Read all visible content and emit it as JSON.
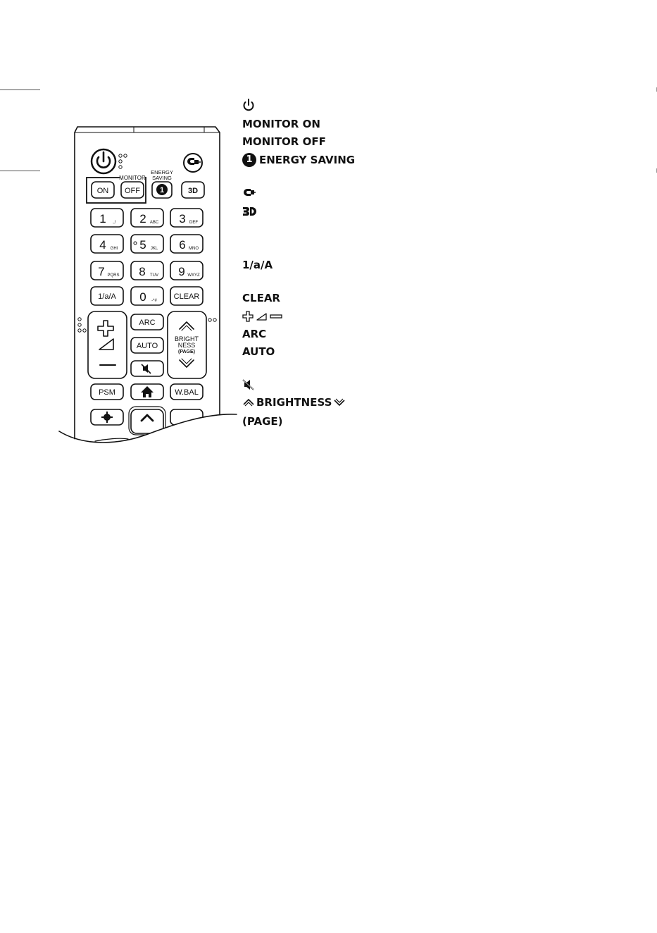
{
  "remote": {
    "monitor_group_label": "MONITOR",
    "energy_saving_label_line1": "ENERGY",
    "energy_saving_label_line2": "SAVING",
    "energy_saving_badge": "1",
    "on_button": "ON",
    "off_button": "OFF",
    "threed_button": "3D",
    "keys": [
      {
        "digit": "1",
        "letters": ".,!"
      },
      {
        "digit": "2",
        "letters": "ABC"
      },
      {
        "digit": "3",
        "letters": "DEF"
      },
      {
        "digit": "4",
        "letters": "GHI"
      },
      {
        "digit": "5",
        "letters": "JKL"
      },
      {
        "digit": "6",
        "letters": "MNO"
      },
      {
        "digit": "7",
        "letters": "PQRS"
      },
      {
        "digit": "8",
        "letters": "TUV"
      },
      {
        "digit": "9",
        "letters": "WXYZ"
      }
    ],
    "mode_button": "1/a/A",
    "zero_key": {
      "digit": "0",
      "letters": "-*#"
    },
    "clear_button": "CLEAR",
    "arc_button": "ARC",
    "auto_button": "AUTO",
    "brightness_label_line1": "BRIGHT",
    "brightness_label_line2": "NESS",
    "brightness_label_line3": "(PAGE)",
    "psm_button": "PSM",
    "wbal_button": "W.BAL"
  },
  "legend": {
    "monitor_on": "MONITOR ON",
    "monitor_off": "MONITOR OFF",
    "energy_saving_badge": "1",
    "energy_saving": "ENERGY SAVING",
    "mode": "1/a/A",
    "clear": "CLEAR",
    "arc": "ARC",
    "auto": "AUTO",
    "brightness": "BRIGHTNESS",
    "page": "(PAGE)"
  }
}
